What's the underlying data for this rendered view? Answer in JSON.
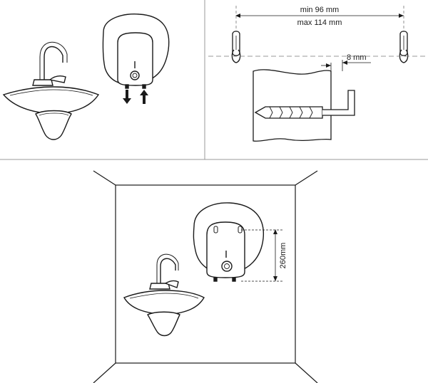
{
  "panels": {
    "spacing": {
      "min_label": "min 96 mm",
      "max_label": "max 114 mm",
      "gap_label": "8 mm"
    },
    "placement": {
      "height_label": "260mm"
    }
  },
  "colors": {
    "line": "#1a1a1a",
    "divider": "#999999",
    "dash": "#777777"
  },
  "icons": [
    "sink-icon",
    "water-heater-icon",
    "arrow-down-icon",
    "arrow-up-icon",
    "wall-hook-icon",
    "mounting-bracket-icon",
    "wall-plug-icon"
  ]
}
